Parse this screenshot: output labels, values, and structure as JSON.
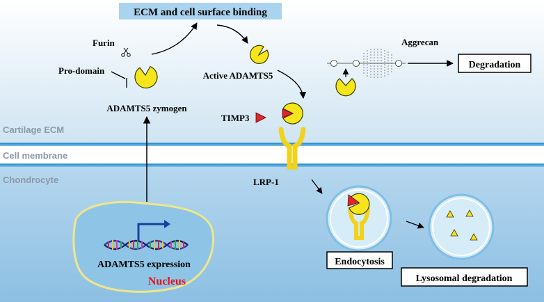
{
  "title": "ECM and cell surface binding",
  "regions": {
    "ecm": "Cartilage ECM",
    "membrane": "Cell membrane",
    "cell": "Chondrocyte"
  },
  "labels": {
    "furin": "Furin",
    "prodomain": "Pro-domain",
    "zymogen": "ADAMTS5 zymogen",
    "active": "Active ADAMTS5",
    "timp3": "TIMP3",
    "lrp1": "LRP-1",
    "aggrecan": "Aggrecan",
    "degradation": "Degradation",
    "endocytosis": "Endocytosis",
    "lysosomal": "Lysosomal degradation",
    "expression": "ADAMTS5 expression",
    "nucleus": "Nucleus"
  },
  "colors": {
    "enzyme": "#f5e51b",
    "enzyme_stroke": "#3a3a00",
    "timp3": "#e0262a",
    "receptor": "#f2d21a",
    "membrane": "#2b8fd0",
    "nucleus_text": "#e8141a",
    "title_box": "#a9d3ee"
  }
}
